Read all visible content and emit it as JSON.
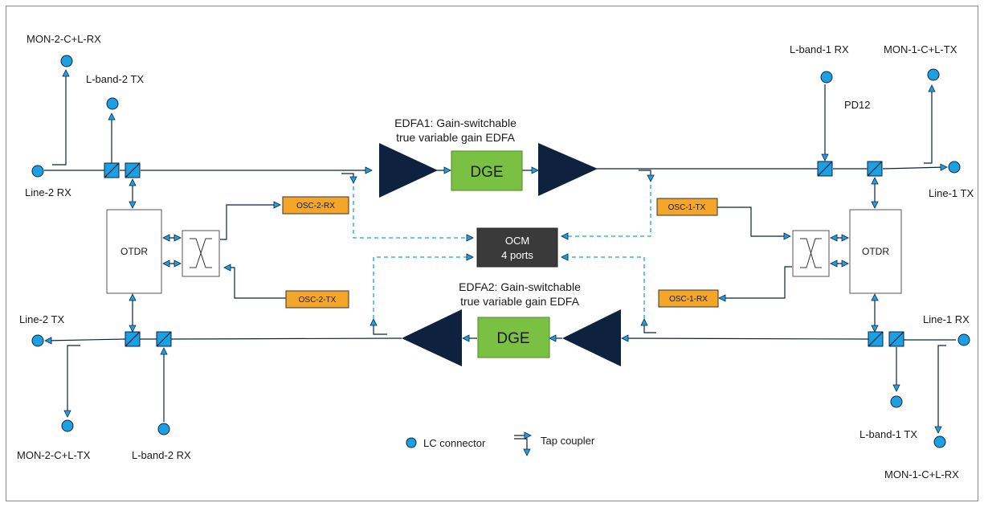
{
  "ports": {
    "mon2_rx": "MON-2-C+L-RX",
    "lband2_tx": "L-band-2 TX",
    "line2_rx": "Line-2 RX",
    "line2_tx": "Line-2 TX",
    "mon2_tx": "MON-2-C+L-TX",
    "lband2_rx": "L-band-2 RX",
    "lband1_rx": "L-band-1 RX",
    "mon1_tx": "MON-1-C+L-TX",
    "pd12": "PD12",
    "line1_tx": "Line-1 TX",
    "line1_rx": "Line-1 RX",
    "lband1_tx": "L-band-1 TX",
    "mon1_rx": "MON-1-C+L-RX"
  },
  "edfa1": {
    "title_line1": "EDFA1: Gain-switchable",
    "title_line2": "true variable gain EDFA",
    "dge": "DGE"
  },
  "edfa2": {
    "title_line1": "EDFA2: Gain-switchable",
    "title_line2": "true variable gain EDFA",
    "dge": "DGE"
  },
  "ocm": {
    "line1": "OCM",
    "line2": "4 ports"
  },
  "otdr_left": "OTDR",
  "otdr_right": "OTDR",
  "osc": {
    "osc2_rx": "OSC-2-RX",
    "osc2_tx": "OSC-2-TX",
    "osc1_tx": "OSC-1-TX",
    "osc1_rx": "OSC-1-RX"
  },
  "legend": {
    "lc": "LC connector",
    "tap": "Tap coupler"
  },
  "colors": {
    "connector": "#1ba1e2",
    "amplifier": "#0e2240",
    "dge": "#7ac143",
    "osc": "#f4a62a",
    "ocm": "#3a3a3a",
    "dashed": "#1ba1e2"
  }
}
